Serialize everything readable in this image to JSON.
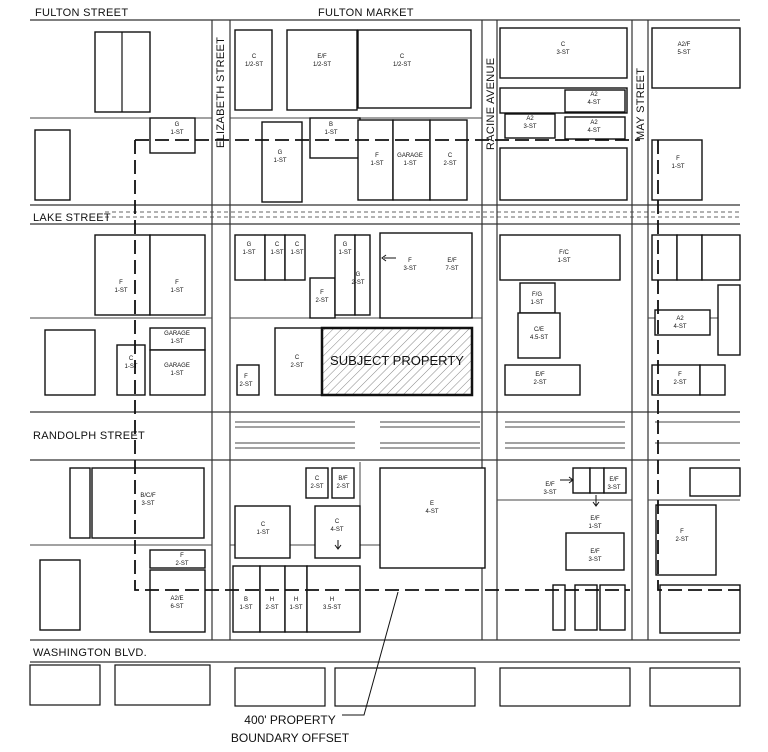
{
  "streets": {
    "fulton_street": "FULTON STREET",
    "fulton_market": "FULTON MARKET",
    "lake_street": "LAKE STREET",
    "randolph_street": "RANDOLPH STREET",
    "washington_blvd": "WASHINGTON BLVD.",
    "elizabeth_street": "ELIZABETH STREET",
    "racine_avenue": "RACINE AVENUE",
    "may_street": "MAY STREET"
  },
  "subject": "SUBJECT PROPERTY",
  "callout": [
    "400' PROPERTY",
    "BOUNDARY OFFSET"
  ],
  "buildings": [
    [
      "C",
      "1/2-ST"
    ],
    [
      "E/F",
      "1/2-ST"
    ],
    [
      "C",
      "1/2-ST"
    ],
    [
      "C",
      "3-ST"
    ],
    [
      "A2/F",
      "5-ST"
    ],
    [
      "A2",
      "4-ST"
    ],
    [
      "A2",
      "3-ST"
    ],
    [
      "A2",
      "4-ST"
    ],
    [
      "G",
      "1-ST"
    ],
    [
      "B",
      "1-ST"
    ],
    [
      "G",
      "1-ST"
    ],
    [
      "F",
      "1-ST"
    ],
    [
      "GARAGE",
      "1-ST"
    ],
    [
      "C",
      "2-ST"
    ],
    [
      "F",
      "1-ST"
    ],
    [
      "F",
      "1-ST"
    ],
    [
      "F",
      "1-ST"
    ],
    [
      "G",
      "1-ST"
    ],
    [
      "C",
      "1-ST"
    ],
    [
      "C",
      "1-ST"
    ],
    [
      "G",
      "1-ST"
    ],
    [
      "F",
      "2-ST"
    ],
    [
      "G",
      "2-ST"
    ],
    [
      "F",
      "3-ST"
    ],
    [
      "E/F",
      "7-ST"
    ],
    [
      "F/C",
      "1-ST"
    ],
    [
      "F/G",
      "1-ST"
    ],
    [
      "C/E",
      "4.5-ST"
    ],
    [
      "E/F",
      "2-ST"
    ],
    [
      "A2",
      "4-ST"
    ],
    [
      "GARAGE",
      "1-ST"
    ],
    [
      "GARAGE",
      "1-ST"
    ],
    [
      "C",
      "1-ST"
    ],
    [
      "F",
      "2-ST"
    ],
    [
      "C",
      "2-ST"
    ],
    [
      "F",
      "2-ST"
    ],
    [
      "C",
      "2-ST"
    ],
    [
      "B/F",
      "2-ST"
    ],
    [
      "B/C/F",
      "3-ST"
    ],
    [
      "E",
      "4-ST"
    ],
    [
      "E/F",
      "3-ST"
    ],
    [
      "E/F",
      "3-ST"
    ],
    [
      "E/F",
      "1-ST"
    ],
    [
      "E/F",
      "3-ST"
    ],
    [
      "C",
      "1-ST"
    ],
    [
      "C",
      "4-ST"
    ],
    [
      "F",
      "2-ST"
    ],
    [
      "F",
      "2-ST"
    ],
    [
      "A2/E",
      "6-ST"
    ],
    [
      "B",
      "1-ST"
    ],
    [
      "H",
      "2-ST"
    ],
    [
      "H",
      "1-ST"
    ],
    [
      "H",
      "3.5-ST"
    ]
  ]
}
